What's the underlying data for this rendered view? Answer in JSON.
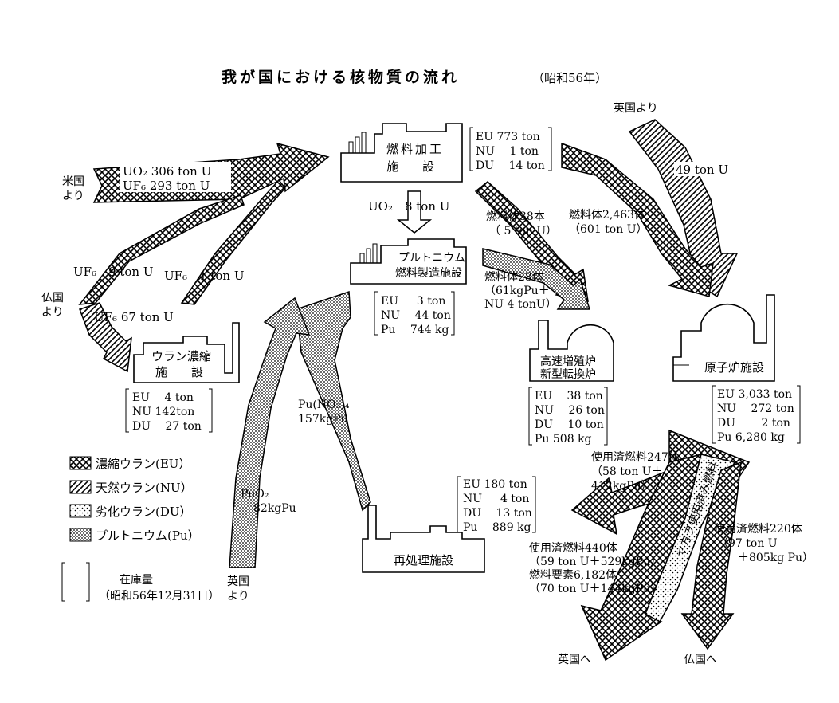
{
  "title": "我が国における核物質の流れ",
  "title_year": "（昭和56年）",
  "facilities": {
    "fuel_fab": {
      "name1": "燃料加工",
      "name2": "施　　設",
      "inventory": [
        "EU 773 ton",
        "NU 　1 ton",
        "DU 　14 ton"
      ]
    },
    "pu_fab": {
      "name1": "プルトニウム",
      "name2": "燃料製造施設",
      "inventory": [
        "EU 　 3 ton",
        "NU 　44 ton",
        "Pu 　744 kg"
      ]
    },
    "enrich": {
      "name1": "ウラン濃縮",
      "name2": "施　　設",
      "inventory": [
        "EU 　4 ton",
        "NU 142ton",
        "DU 　27 ton"
      ]
    },
    "fbr": {
      "name1": "高速増殖炉",
      "name2": "新型転換炉",
      "inventory": [
        "EU 　38 ton",
        "NU 　26 ton",
        "DU 　10 ton",
        "Pu 508 kg"
      ]
    },
    "reactor": {
      "name1": "原子炉施設",
      "inventory": [
        "EU 3,033 ton",
        "NU 　272 ton",
        "DU 　　2 ton",
        "Pu 6,280 kg"
      ]
    },
    "reproc": {
      "name1": "再処理施設",
      "inventory": [
        "EU 180 ton",
        "NU 　 4 ton",
        "DU 　13 ton",
        "Pu 　889 kg"
      ]
    }
  },
  "flows": {
    "us_src": [
      "米国",
      "より"
    ],
    "us_uo2": "UO₂ 306 ton U",
    "us_uf6": "UF₆ 293 ton U",
    "fr_src": [
      "仏国",
      "より"
    ],
    "uf6_9": "UF₆　9 ton U",
    "uf6_1": "UF₆　1 ton U",
    "uf6_67": "UF₆ 67 ton U",
    "uo2_8": "UO₂　8 ton U",
    "uk_in": "英国より",
    "uk_49": "49 ton U",
    "fa_38": [
      "燃料体38本",
      "（ 5 ton U）"
    ],
    "fa_2463": [
      "燃料体2,463体",
      "（601 ton U）"
    ],
    "fa_28": [
      "燃料体28体",
      "（61kgPu＋",
      "NU 4 tonU）"
    ],
    "pu_no3": [
      "Pu(NO₃)₄",
      "157kgPu"
    ],
    "puo2": [
      "PuO₂",
      "82kgPu"
    ],
    "uk_src2": [
      "英国",
      "より"
    ],
    "spent_247": [
      "使用済燃料247体",
      "（58 ton U＋",
      "412kgPu）"
    ],
    "spent_440": [
      "使用済燃料440体",
      "（59 ton U＋529kgPu）",
      "燃料要素6,182体",
      "（70 ton U＋144kgPu）"
    ],
    "spent_220": [
      "使用済燃料220体",
      "（97 ton U",
      "＋805kg Pu）"
    ],
    "lwr_text": "ヤ方ヲ使用済み燃料",
    "to_uk": "英国へ",
    "to_fr": "仏国へ"
  },
  "legend": [
    {
      "label": "濃縮ウラン(EU）",
      "pattern": "cross"
    },
    {
      "label": "天然ウラン(NU）",
      "pattern": "diag"
    },
    {
      "label": "劣化ウラン(DU）",
      "pattern": "dots"
    },
    {
      "label": "プルトニウム(Pu）",
      "pattern": "densedots"
    }
  ],
  "inventory_note": [
    "在庫量",
    "（昭和56年12月31日）"
  ]
}
